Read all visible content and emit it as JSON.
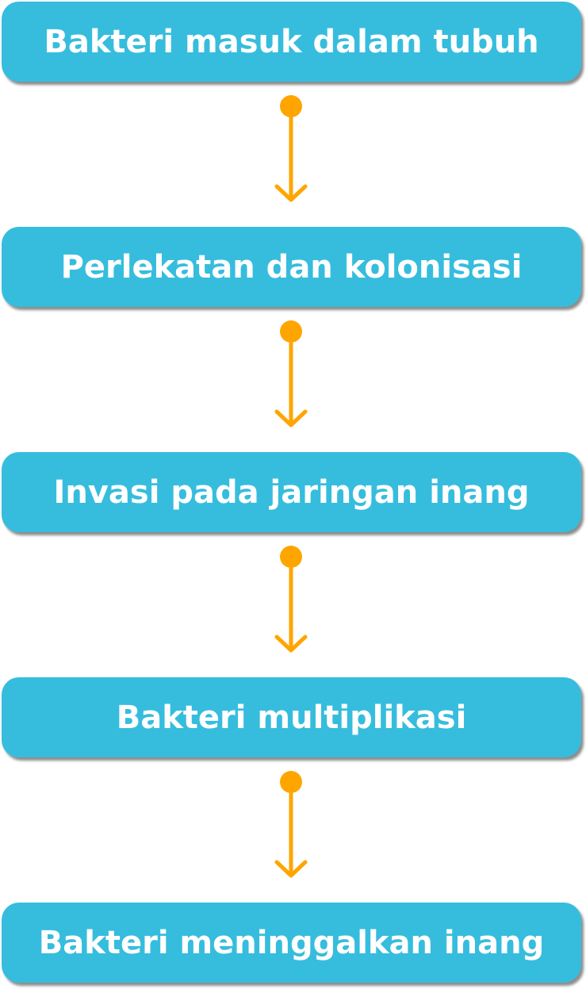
{
  "colors": {
    "box": "#36bddd",
    "text": "#ffffff",
    "arrow": "#ffa500"
  },
  "steps": [
    {
      "label": "Bakteri masuk dalam tubuh"
    },
    {
      "label": "Perlekatan dan kolonisasi"
    },
    {
      "label": "Invasi pada jaringan inang"
    },
    {
      "label": "Bakteri multiplikasi"
    },
    {
      "label": "Bakteri meninggalkan inang"
    }
  ]
}
